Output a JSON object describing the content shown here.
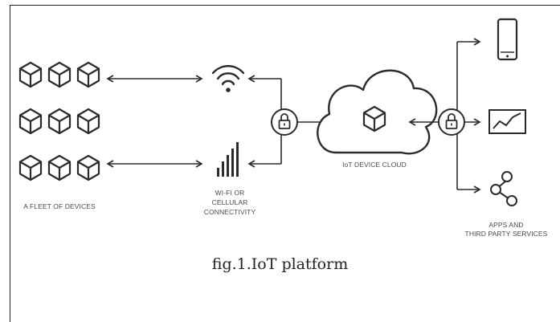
{
  "labels": {
    "fleet": "A FLEET OF DEVICES",
    "wifi_line1": "WI-FI OR",
    "wifi_line2": "CELLULAR",
    "wifi_line3": "CONNECTIVITY",
    "cloud": "IoT DEVICE CLOUD",
    "apps_line1": "APPS AND",
    "apps_line2": "THIRD PARTY SERVICES"
  },
  "caption": "fig.1.IoT platform",
  "colors": {
    "stroke": "#2b2b2b",
    "text": "#4a4a4a"
  },
  "icons": [
    "cube-icon",
    "wifi-icon",
    "signal-bars-icon",
    "lock-icon",
    "cloud-icon",
    "phone-icon",
    "chart-icon",
    "share-icon"
  ]
}
